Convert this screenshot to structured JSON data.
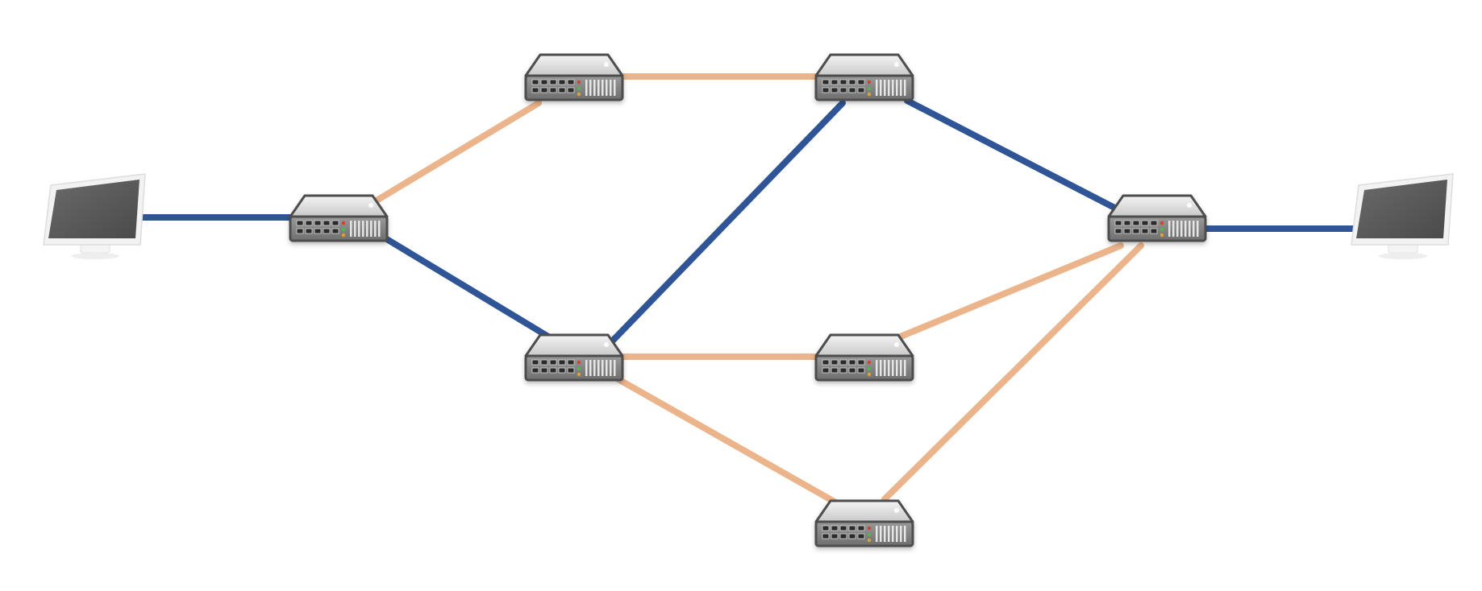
{
  "diagram": {
    "type": "network-topology",
    "colors": {
      "active_path": "#2f5597",
      "inactive_path": "#ebb48a",
      "background": "#ffffff",
      "router_body": "#d4d4d4",
      "router_front": "#8a8a8a",
      "router_outline": "#4d4d4d",
      "monitor_screen": "#5a5a5a",
      "monitor_frame": "#f2f2f2"
    },
    "nodes": [
      {
        "id": "pc-left",
        "kind": "computer",
        "icon": "monitor-icon"
      },
      {
        "id": "r1",
        "kind": "router",
        "icon": "router-icon"
      },
      {
        "id": "r2",
        "kind": "router",
        "icon": "router-icon"
      },
      {
        "id": "r3",
        "kind": "router",
        "icon": "router-icon"
      },
      {
        "id": "r4",
        "kind": "router",
        "icon": "router-icon"
      },
      {
        "id": "r5",
        "kind": "router",
        "icon": "router-icon"
      },
      {
        "id": "r6",
        "kind": "router",
        "icon": "router-icon"
      },
      {
        "id": "r7",
        "kind": "router",
        "icon": "router-icon"
      },
      {
        "id": "pc-right",
        "kind": "computer",
        "icon": "monitor-icon"
      }
    ],
    "links": [
      {
        "from": "pc-left",
        "to": "r1",
        "path": "active"
      },
      {
        "from": "r1",
        "to": "r2",
        "path": "inactive"
      },
      {
        "from": "r1",
        "to": "r3",
        "path": "active"
      },
      {
        "from": "r2",
        "to": "r4",
        "path": "inactive"
      },
      {
        "from": "r3",
        "to": "r4",
        "path": "active"
      },
      {
        "from": "r3",
        "to": "r5",
        "path": "inactive"
      },
      {
        "from": "r3",
        "to": "r6",
        "path": "inactive"
      },
      {
        "from": "r4",
        "to": "r7",
        "path": "active"
      },
      {
        "from": "r5",
        "to": "r7",
        "path": "inactive"
      },
      {
        "from": "r6",
        "to": "r7",
        "path": "inactive"
      },
      {
        "from": "r7",
        "to": "pc-right",
        "path": "active"
      }
    ]
  }
}
